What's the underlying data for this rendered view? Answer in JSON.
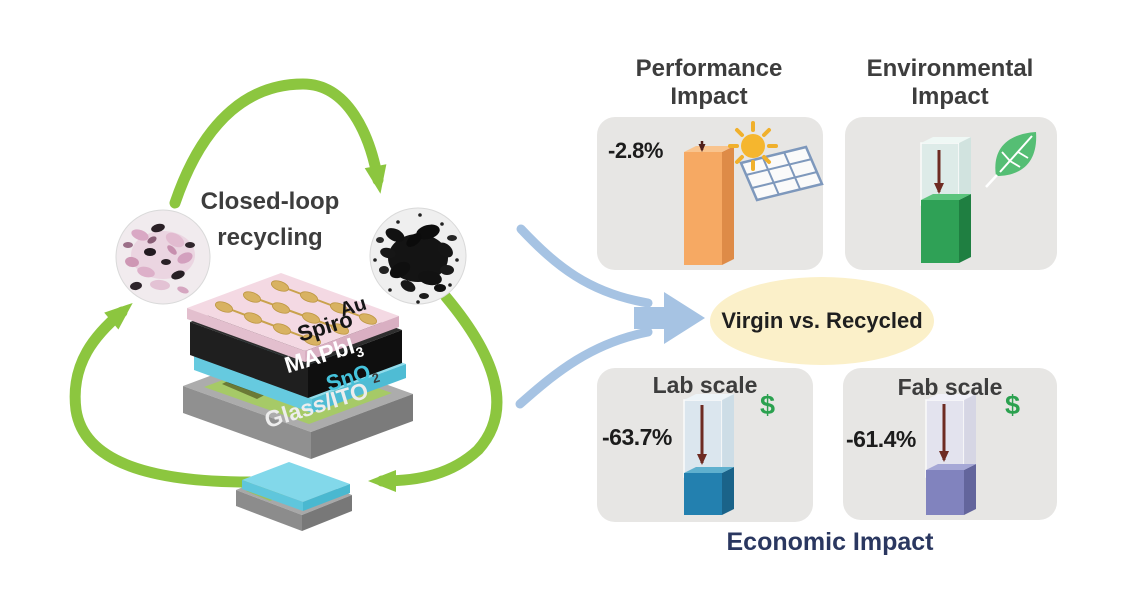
{
  "figure": {
    "left": {
      "loop_label_line1": "Closed-loop",
      "loop_label_line2": "recycling",
      "layers": {
        "au": "Au",
        "spiro": "Spiro",
        "mapbi_base": "MAPbI",
        "mapbi_sub": "3",
        "sno_base": "SnO",
        "sno_sub": "2",
        "glass_ito": "Glass/ITO"
      }
    },
    "center": {
      "comparison": "Virgin vs. Recycled"
    },
    "panels": {
      "performance": {
        "title_line1": "Performance",
        "title_line2": "Impact",
        "change": "-2.8%"
      },
      "environmental": {
        "title_line1": "Environmental",
        "title_line2": "Impact"
      },
      "lab": {
        "title": "Lab scale",
        "change": "-63.7%",
        "currency": "$"
      },
      "fab": {
        "title": "Fab scale",
        "change": "-61.4%",
        "currency": "$"
      },
      "economic_caption": "Economic Impact"
    },
    "colors": {
      "loop_green": "#8CC63F",
      "merge_arrow_blue": "#A6C3E3",
      "performance_bar_orange": "#F6A963",
      "environmental_bar_green": "#2FA156",
      "lab_bar_blue": "#2380AF",
      "fab_bar_purple": "#8183BE",
      "reduction_arrow_maroon": "#6E2B22",
      "comparison_ellipse_fill": "#FBF0C9",
      "panel_gray": "#E7E6E4",
      "dollar_green": "#2BA14F",
      "economic_caption_navy": "#2A3760"
    }
  }
}
